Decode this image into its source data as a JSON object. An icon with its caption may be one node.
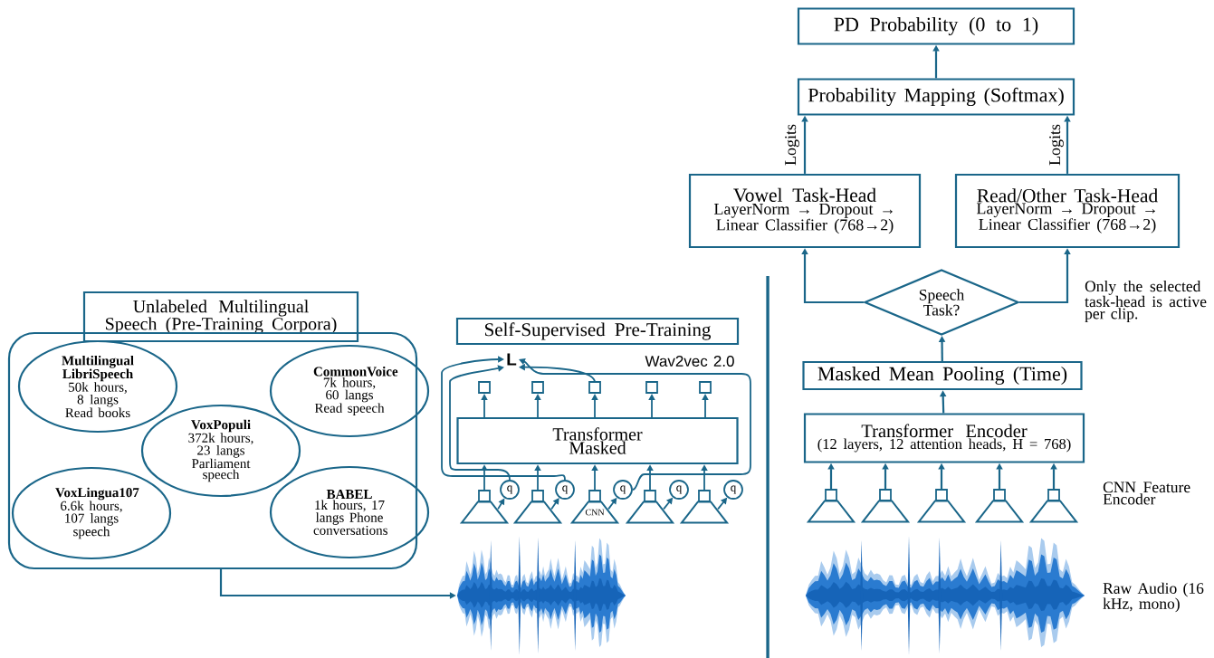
{
  "diagram": {
    "nodes": [
      {
        "text": [
          "Unlabeled Multilingual Speech (Pre-Training Corpora)"
        ]
      },
      {
        "text": [],
        "shape": "box"
      },
      {
        "text": [
          "Multilingual LibriSpeech",
          "50k hours, 8 langs Read books"
        ],
        "in": 1
      },
      {
        "text": [
          "CommonVoice",
          "7k hours, 60 langs Read speech"
        ],
        "in": 1
      },
      {
        "text": [
          "VoxPopuli",
          "372k hours, 23 langs Parliament speech"
        ],
        "in": 1
      },
      {
        "text": [
          "VoxLingua107",
          "6.6k hours, 107 langs speech"
        ],
        "in": 1
      },
      {
        "text": [
          "BABEL",
          "1k hours, 17 langs Phone conversations"
        ],
        "in": 1
      },
      {
        "text": [
          "Self-Supervised Pre-Training"
        ]
      },
      {
        "text": [
          "L"
        ]
      },
      {
        "text": [],
        "shape": "box"
      },
      {
        "text": [],
        "shape": "box"
      },
      {
        "text": [],
        "shape": "box"
      },
      {
        "text": [],
        "shape": "box"
      },
      {
        "text": [],
        "shape": "box"
      },
      {
        "text": [
          "Transformer Masked"
        ]
      },
      {
        "text": [
          "q"
        ]
      },
      {
        "text": [
          "q"
        ]
      },
      {
        "text": [
          "q"
        ]
      },
      {
        "text": [
          "q"
        ]
      },
      {
        "text": [
          "q"
        ]
      },
      {
        "text": [],
        "shape": "box"
      },
      {
        "text": [],
        "shape": "box"
      },
      {
        "text": [],
        "shape": "box"
      },
      {
        "text": [],
        "shape": "box"
      },
      {
        "text": [],
        "shape": "box"
      },
      {
        "text": [],
        "shape": "trapezoid"
      },
      {
        "text": [],
        "shape": "trapezoid"
      },
      {
        "text": [
          "CNN"
        ]
      },
      {
        "text": [],
        "shape": "trapezoid"
      },
      {
        "text": [],
        "shape": "trapezoid"
      },
      {
        "text": [],
        "shape": "picture"
      },
      {
        "text": [
          "PD Probability (0 to 1)"
        ]
      },
      {
        "text": [
          "Probability Mapping (Softmax)"
        ]
      },
      {
        "text": [
          "Vowel Task-Head",
          "LayerNorm → Dropout → Linear Classifier (768→2)"
        ]
      },
      {
        "text": [
          "Read/Other Task-Head",
          "LayerNorm → Dropout → Linear Classifier (768→2)"
        ]
      },
      {
        "text": [
          "Speech Task?"
        ]
      },
      {
        "text": [
          "Masked Mean Pooling (Time)"
        ]
      },
      {
        "text": [
          "Transformer Encoder",
          "(12 layers, 12 attention heads, H = 768)"
        ]
      },
      {
        "text": [],
        "shape": "box"
      },
      {
        "text": [],
        "shape": "box"
      },
      {
        "text": [],
        "shape": "box"
      },
      {
        "text": [],
        "shape": "box"
      },
      {
        "text": [],
        "shape": "box"
      },
      {
        "text": [],
        "shape": "trapezoid"
      },
      {
        "text": [],
        "shape": "trapezoid"
      },
      {
        "text": [],
        "shape": "trapezoid"
      },
      {
        "text": [],
        "shape": "trapezoid"
      },
      {
        "text": [],
        "shape": "trapezoid"
      }
    ],
    "edges": [
      {
        "from": 1,
        "to": 30,
        "arrow": "to"
      },
      {
        "from": 14,
        "to": 9,
        "arrow": "to"
      },
      {
        "from": 14,
        "to": 10,
        "arrow": "to"
      },
      {
        "from": 14,
        "to": 11,
        "arrow": "to"
      },
      {
        "from": 14,
        "to": 12,
        "arrow": "to"
      },
      {
        "from": 14,
        "to": 13,
        "arrow": "to"
      },
      {
        "from": 20,
        "to": 14,
        "arrow": "to"
      },
      {
        "from": 21,
        "to": 14,
        "arrow": "to"
      },
      {
        "from": 22,
        "to": 14,
        "arrow": "to"
      },
      {
        "from": 23,
        "to": 14,
        "arrow": "to"
      },
      {
        "from": 24,
        "to": 14,
        "arrow": "to"
      },
      {
        "from": 25,
        "to": 15,
        "arrow": "to"
      },
      {
        "from": 26,
        "to": 16,
        "arrow": "to"
      },
      {
        "from": 27,
        "to": 17,
        "arrow": "to"
      },
      {
        "from": 28,
        "to": 18,
        "arrow": "to"
      },
      {
        "from": 29,
        "to": 19,
        "arrow": "to"
      },
      {
        "from": 15,
        "to": 8,
        "arrow": "to"
      },
      {
        "from": 16,
        "to": 8,
        "arrow": "to"
      },
      {
        "from": 17,
        "to": 8,
        "arrow": "to"
      },
      {
        "from": 11,
        "to": 8,
        "arrow": "to"
      },
      {
        "from": 32,
        "to": 31,
        "arrow": "to"
      },
      {
        "from": 33,
        "to": 32,
        "arrow": "to",
        "label": "Logits"
      },
      {
        "from": 34,
        "to": 32,
        "arrow": "to",
        "label": "Logits"
      },
      {
        "from": 35,
        "to": 33,
        "arrow": "to"
      },
      {
        "from": 35,
        "to": 34,
        "arrow": "to"
      },
      {
        "from": 36,
        "to": 35,
        "arrow": "to"
      },
      {
        "from": 37,
        "to": 36,
        "arrow": "to"
      },
      {
        "from": 38,
        "to": 37,
        "arrow": "to"
      },
      {
        "from": 39,
        "to": 37,
        "arrow": "to"
      },
      {
        "from": 40,
        "to": 37,
        "arrow": "to"
      },
      {
        "from": 41,
        "to": 37,
        "arrow": "to"
      },
      {
        "from": 42,
        "to": 37,
        "arrow": "to"
      }
    ],
    "labels": [
      "Wav2vec 2.0",
      "Only the selected task-head is active per clip.",
      "CNN Feature Encoder",
      "Raw Audio (16 kHz, mono)"
    ]
  }
}
